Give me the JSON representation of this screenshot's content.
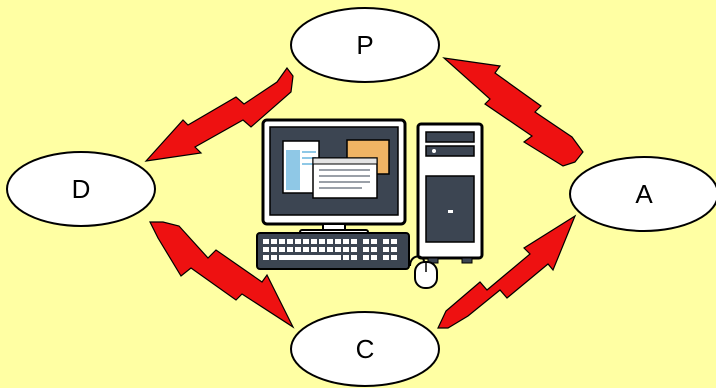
{
  "colors": {
    "background": "#FFFFA3",
    "node_fill": "#FFFFFF",
    "node_stroke": "#000000",
    "arrow_fill": "#EE1111",
    "arrow_stroke": "#000000",
    "monitor_screen": "#3C4552",
    "window_back": "#F0B464",
    "window_front": "#FFFFFF",
    "window_side": "#8FC8E6",
    "tower_fill": "#FFFFFF",
    "tower_panel": "#3C4552"
  },
  "nodes": [
    {
      "id": "p",
      "label": "P"
    },
    {
      "id": "d",
      "label": "D"
    },
    {
      "id": "a",
      "label": "A"
    },
    {
      "id": "c",
      "label": "C"
    }
  ],
  "edges": [
    {
      "from": "P",
      "to": "D"
    },
    {
      "from": "D",
      "to": "C"
    },
    {
      "from": "C",
      "to": "A"
    },
    {
      "from": "A",
      "to": "P"
    }
  ],
  "center_illustration": {
    "icons": [
      "desktop-computer-icon",
      "monitor-icon",
      "pc-tower-icon",
      "keyboard-icon",
      "mouse-icon"
    ]
  }
}
